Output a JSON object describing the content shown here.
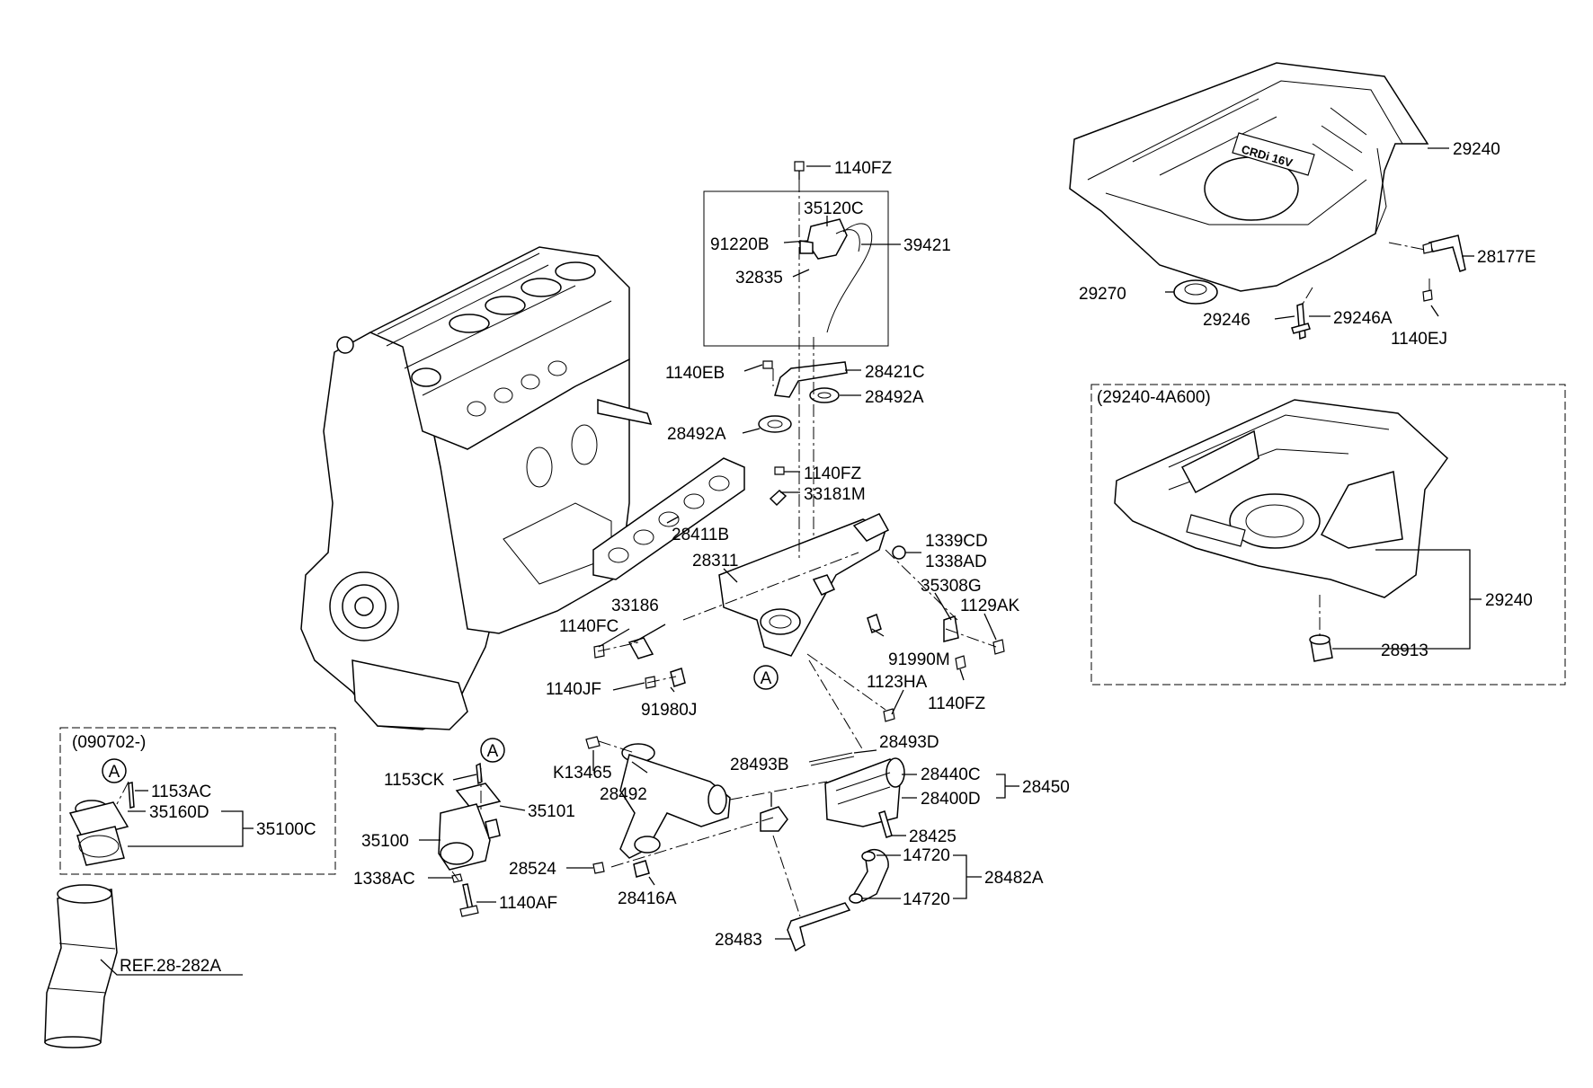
{
  "labels": [
    {
      "id": "l-1140fz-top",
      "text": "1140FZ"
    },
    {
      "id": "l-35120c",
      "text": "35120C"
    },
    {
      "id": "l-91220b",
      "text": "91220B"
    },
    {
      "id": "l-39421",
      "text": "39421"
    },
    {
      "id": "l-32835",
      "text": "32835"
    },
    {
      "id": "l-1140eb",
      "text": "1140EB"
    },
    {
      "id": "l-28421c",
      "text": "28421C"
    },
    {
      "id": "l-28492a-r",
      "text": "28492A"
    },
    {
      "id": "l-28492a-l",
      "text": "28492A"
    },
    {
      "id": "l-1140fz-mid",
      "text": "1140FZ"
    },
    {
      "id": "l-33181m",
      "text": "33181M"
    },
    {
      "id": "l-28411b",
      "text": "28411B"
    },
    {
      "id": "l-28311",
      "text": "28311"
    },
    {
      "id": "l-1339cd",
      "text": "1339CD"
    },
    {
      "id": "l-1338ad",
      "text": "1338AD"
    },
    {
      "id": "l-35308g",
      "text": "35308G"
    },
    {
      "id": "l-1129ak",
      "text": "1129AK"
    },
    {
      "id": "l-33186",
      "text": "33186"
    },
    {
      "id": "l-1140fc",
      "text": "1140FC"
    },
    {
      "id": "l-91990m",
      "text": "91990M"
    },
    {
      "id": "l-1123ha",
      "text": "1123HA"
    },
    {
      "id": "l-1140jf",
      "text": "1140JF"
    },
    {
      "id": "l-91980j",
      "text": "91980J"
    },
    {
      "id": "l-1140fz-low",
      "text": "1140FZ"
    },
    {
      "id": "l-28493d",
      "text": "28493D"
    },
    {
      "id": "l-k13465",
      "text": "K13465"
    },
    {
      "id": "l-28492",
      "text": "28492"
    },
    {
      "id": "l-28493b",
      "text": "28493B"
    },
    {
      "id": "l-28440c",
      "text": "28440C"
    },
    {
      "id": "l-28450",
      "text": "28450"
    },
    {
      "id": "l-28400d",
      "text": "28400D"
    },
    {
      "id": "l-28425",
      "text": "28425"
    },
    {
      "id": "l-28524",
      "text": "28524"
    },
    {
      "id": "l-28416a",
      "text": "28416A"
    },
    {
      "id": "l-14720-a",
      "text": "14720"
    },
    {
      "id": "l-28482a",
      "text": "28482A"
    },
    {
      "id": "l-14720-b",
      "text": "14720"
    },
    {
      "id": "l-28483",
      "text": "28483"
    },
    {
      "id": "l-1153ck",
      "text": "1153CK"
    },
    {
      "id": "l-35101",
      "text": "35101"
    },
    {
      "id": "l-35100",
      "text": "35100"
    },
    {
      "id": "l-1338ac",
      "text": "1338AC"
    },
    {
      "id": "l-1140af",
      "text": "1140AF"
    },
    {
      "id": "l-090702",
      "text": "(090702-)"
    },
    {
      "id": "l-1153ac",
      "text": "1153AC"
    },
    {
      "id": "l-35160d",
      "text": "35160D"
    },
    {
      "id": "l-35100c",
      "text": "35100C"
    },
    {
      "id": "l-ref",
      "text": "REF.28-282A"
    },
    {
      "id": "l-29240-top",
      "text": "29240"
    },
    {
      "id": "l-28177e",
      "text": "28177E"
    },
    {
      "id": "l-29270",
      "text": "29270"
    },
    {
      "id": "l-29246",
      "text": "29246"
    },
    {
      "id": "l-29246a",
      "text": "29246A"
    },
    {
      "id": "l-1140ej",
      "text": "1140EJ"
    },
    {
      "id": "l-29240-4a600",
      "text": "(29240-4A600)"
    },
    {
      "id": "l-29240-box",
      "text": "29240"
    },
    {
      "id": "l-28913",
      "text": "28913"
    }
  ],
  "markers": {
    "a1": "A",
    "a2": "A",
    "a3": "A"
  },
  "cover_brand": "CRDi 16V"
}
